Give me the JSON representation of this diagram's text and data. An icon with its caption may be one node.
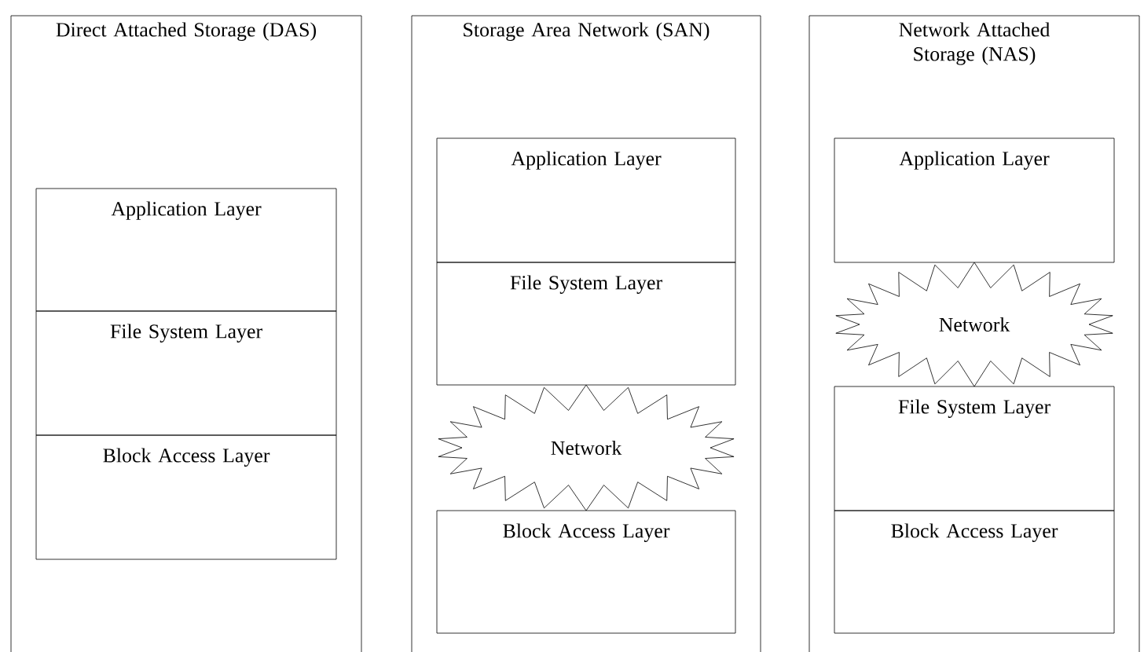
{
  "diagram": {
    "nodes": [
      {
        "text": [
          "Direct Attached Storage (DAS)"
        ]
      },
      {
        "text": [
          "Application Layer"
        ],
        "in": 0
      },
      {
        "text": [
          "File System Layer"
        ],
        "in": 0
      },
      {
        "text": [
          "Block Access Layer"
        ],
        "in": 0
      },
      {
        "text": [
          "Storage Area Network (SAN)"
        ]
      },
      {
        "text": [
          "Application Layer"
        ],
        "in": 4
      },
      {
        "text": [
          "File System Layer"
        ],
        "in": 4
      },
      {
        "text": [
          "Network"
        ],
        "in": 4
      },
      {
        "text": [
          "Block Access Layer"
        ],
        "in": 4
      },
      {
        "text": [
          "Network Attached Storage (NAS)"
        ]
      },
      {
        "text": [
          "Application Layer"
        ],
        "in": 9
      },
      {
        "text": [
          "Network"
        ],
        "in": 9
      },
      {
        "text": [
          "File System Layer"
        ],
        "in": 9
      },
      {
        "text": [
          "Block Access Layer"
        ],
        "in": 9
      }
    ]
  }
}
